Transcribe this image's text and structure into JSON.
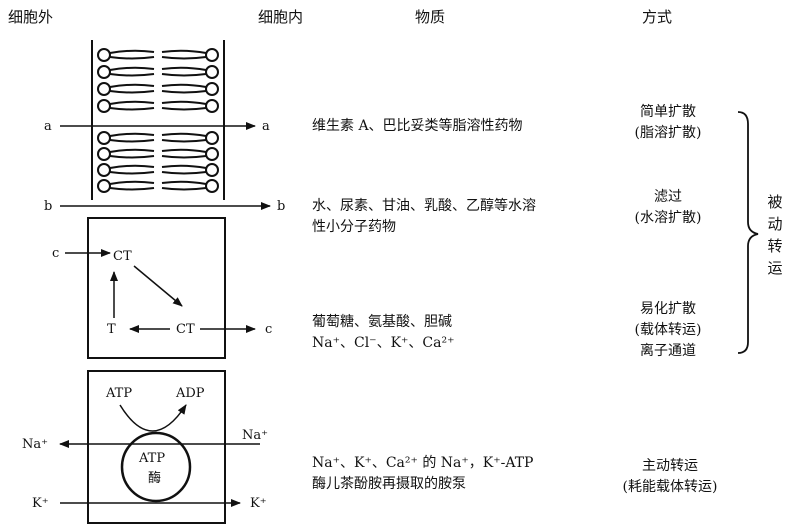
{
  "headers": {
    "outside": "细胞外",
    "inside": "细胞内",
    "substance": "物质",
    "mode": "方式"
  },
  "arrows": {
    "a": "a",
    "b": "b",
    "c": "c"
  },
  "carrier": {
    "ct_top": "CT",
    "ct_bottom": "CT",
    "t": "T"
  },
  "pump": {
    "atp": "ATP",
    "adp": "ADP",
    "atp_enzyme": "ATP",
    "enzyme": "酶",
    "na": "Na⁺",
    "k": "K⁺"
  },
  "rows": [
    {
      "substance": [
        "维生素 A、巴比妥类等脂溶性药物"
      ],
      "mode": [
        "简单扩散",
        "(脂溶扩散)"
      ]
    },
    {
      "substance": [
        "水、尿素、甘油、乳酸、乙醇等水溶",
        "性小分子药物"
      ],
      "mode": [
        "滤过",
        "(水溶扩散)"
      ]
    },
    {
      "substance": [
        "葡萄糖、氨基酸、胆碱",
        "Na⁺、Cl⁻、K⁺、Ca²⁺"
      ],
      "mode": [
        "易化扩散",
        "(载体转运)",
        "离子通道"
      ]
    },
    {
      "substance": [
        "Na⁺、K⁺、Ca²⁺ 的 Na⁺，K⁺-ATP",
        "酶儿茶酚胺再摄取的胺泵"
      ],
      "mode": [
        "主动转运",
        "(耗能载体转运)"
      ]
    }
  ],
  "passive_label": [
    "被",
    "动",
    "转",
    "运"
  ]
}
